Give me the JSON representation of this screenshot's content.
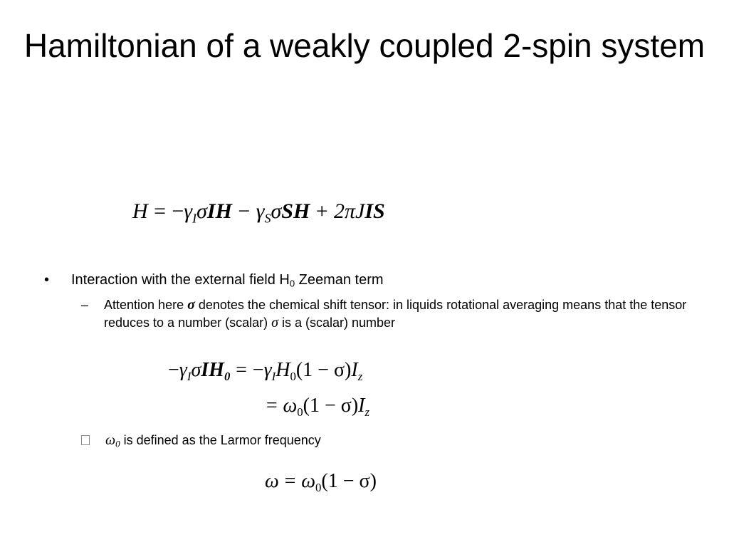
{
  "slide": {
    "title": "Hamiltonian of a weakly coupled 2-spin system"
  },
  "equation_main": {
    "H": "H",
    "eq": "=",
    "minus1": "−",
    "gamma1": "γ",
    "sub_I": "I",
    "sigma1": "σ",
    "IH": "IH",
    "minus2": "−",
    "gamma2": "γ",
    "sub_S": "S",
    "sigma2": "σ",
    "SH": "SH",
    "plus": "+",
    "two_pi": "2π",
    "J": "J",
    "IS": "IS"
  },
  "bullet": {
    "marker": "•",
    "text": "Interaction with the external field H",
    "subscript": "0",
    "text_after": " Zeeman term"
  },
  "sub_bullet": {
    "marker": "–",
    "text_before": "Attention here ",
    "sigma": "σ",
    "text_middle": " denotes the chemical shift tensor: in liquids rotational averaging means that the tensor reduces to a number (scalar)  ",
    "sigma2": "σ",
    "text_after": " is a (scalar) number"
  },
  "equation_zeeman": {
    "lhs_minus": "−",
    "gamma": "γ",
    "sub_I": "I",
    "sigma": "σ",
    "IH": "IH",
    "sub_0": "0",
    "eq": "=",
    "rhs_minus": "−",
    "gamma_r": "γ",
    "sub_I_r": "I",
    "H": "H",
    "H_sub": "0",
    "paren_expr": "(1 − σ)",
    "I": "I",
    "I_sub": "z"
  },
  "equation_zeeman2": {
    "eq": "=",
    "omega": "ω",
    "omega_sub": "0",
    "paren_expr": "(1 − σ)",
    "I": "I",
    "I_sub": "z"
  },
  "sub_bullet2": {
    "omega": "ω",
    "omega_sub": "0",
    "text": " is defined as the Larmor frequency"
  },
  "equation_larmor": {
    "omega": "ω",
    "eq": "=",
    "omega0": "ω",
    "omega0_sub": "0",
    "paren_expr": "(1 − σ)"
  }
}
